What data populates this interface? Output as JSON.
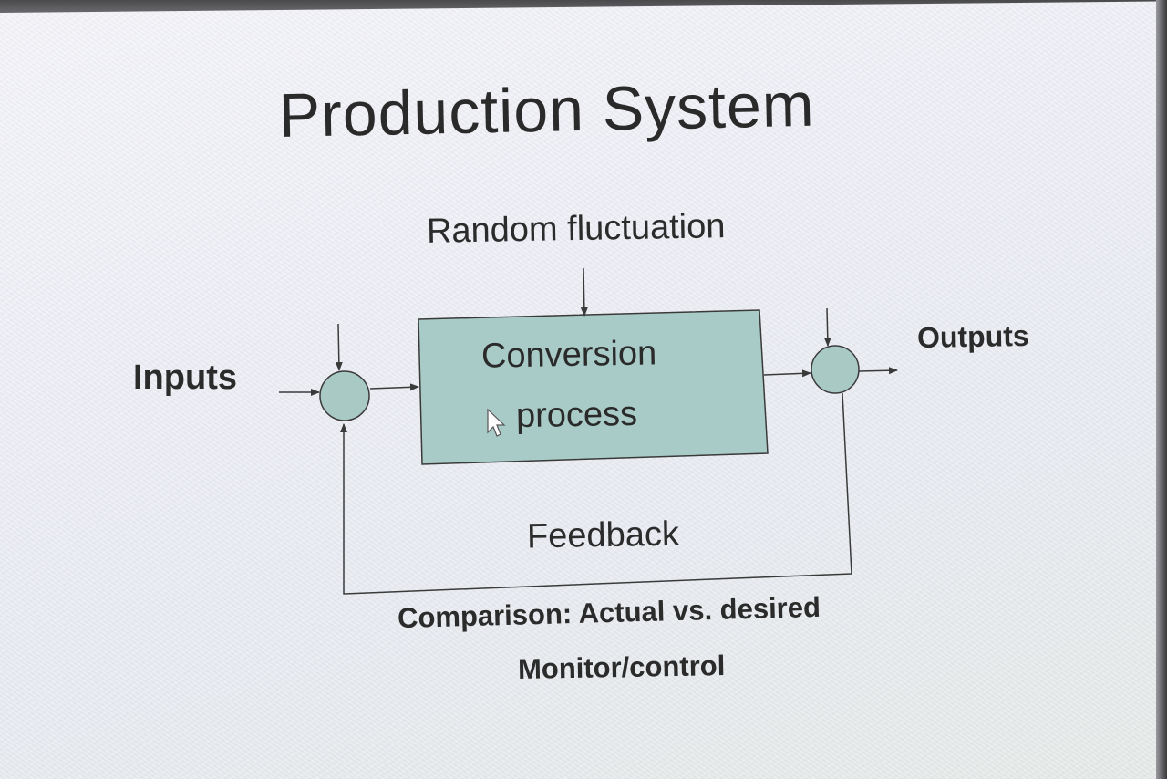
{
  "slide": {
    "title": "Production System"
  },
  "diagram": {
    "disturbance_label": "Random fluctuation",
    "input_label": "Inputs",
    "output_label": "Outputs",
    "process_label_line1": "Conversion",
    "process_label_line2": "process",
    "feedback_label": "Feedback",
    "comparison_label": "Comparison:  Actual vs. desired",
    "monitor_label": "Monitor/control"
  },
  "colors": {
    "process_fill": "#a9cbc7",
    "node_fill": "#a8c9c4",
    "line": "#3a3a3a",
    "text": "#2b2b2b"
  }
}
